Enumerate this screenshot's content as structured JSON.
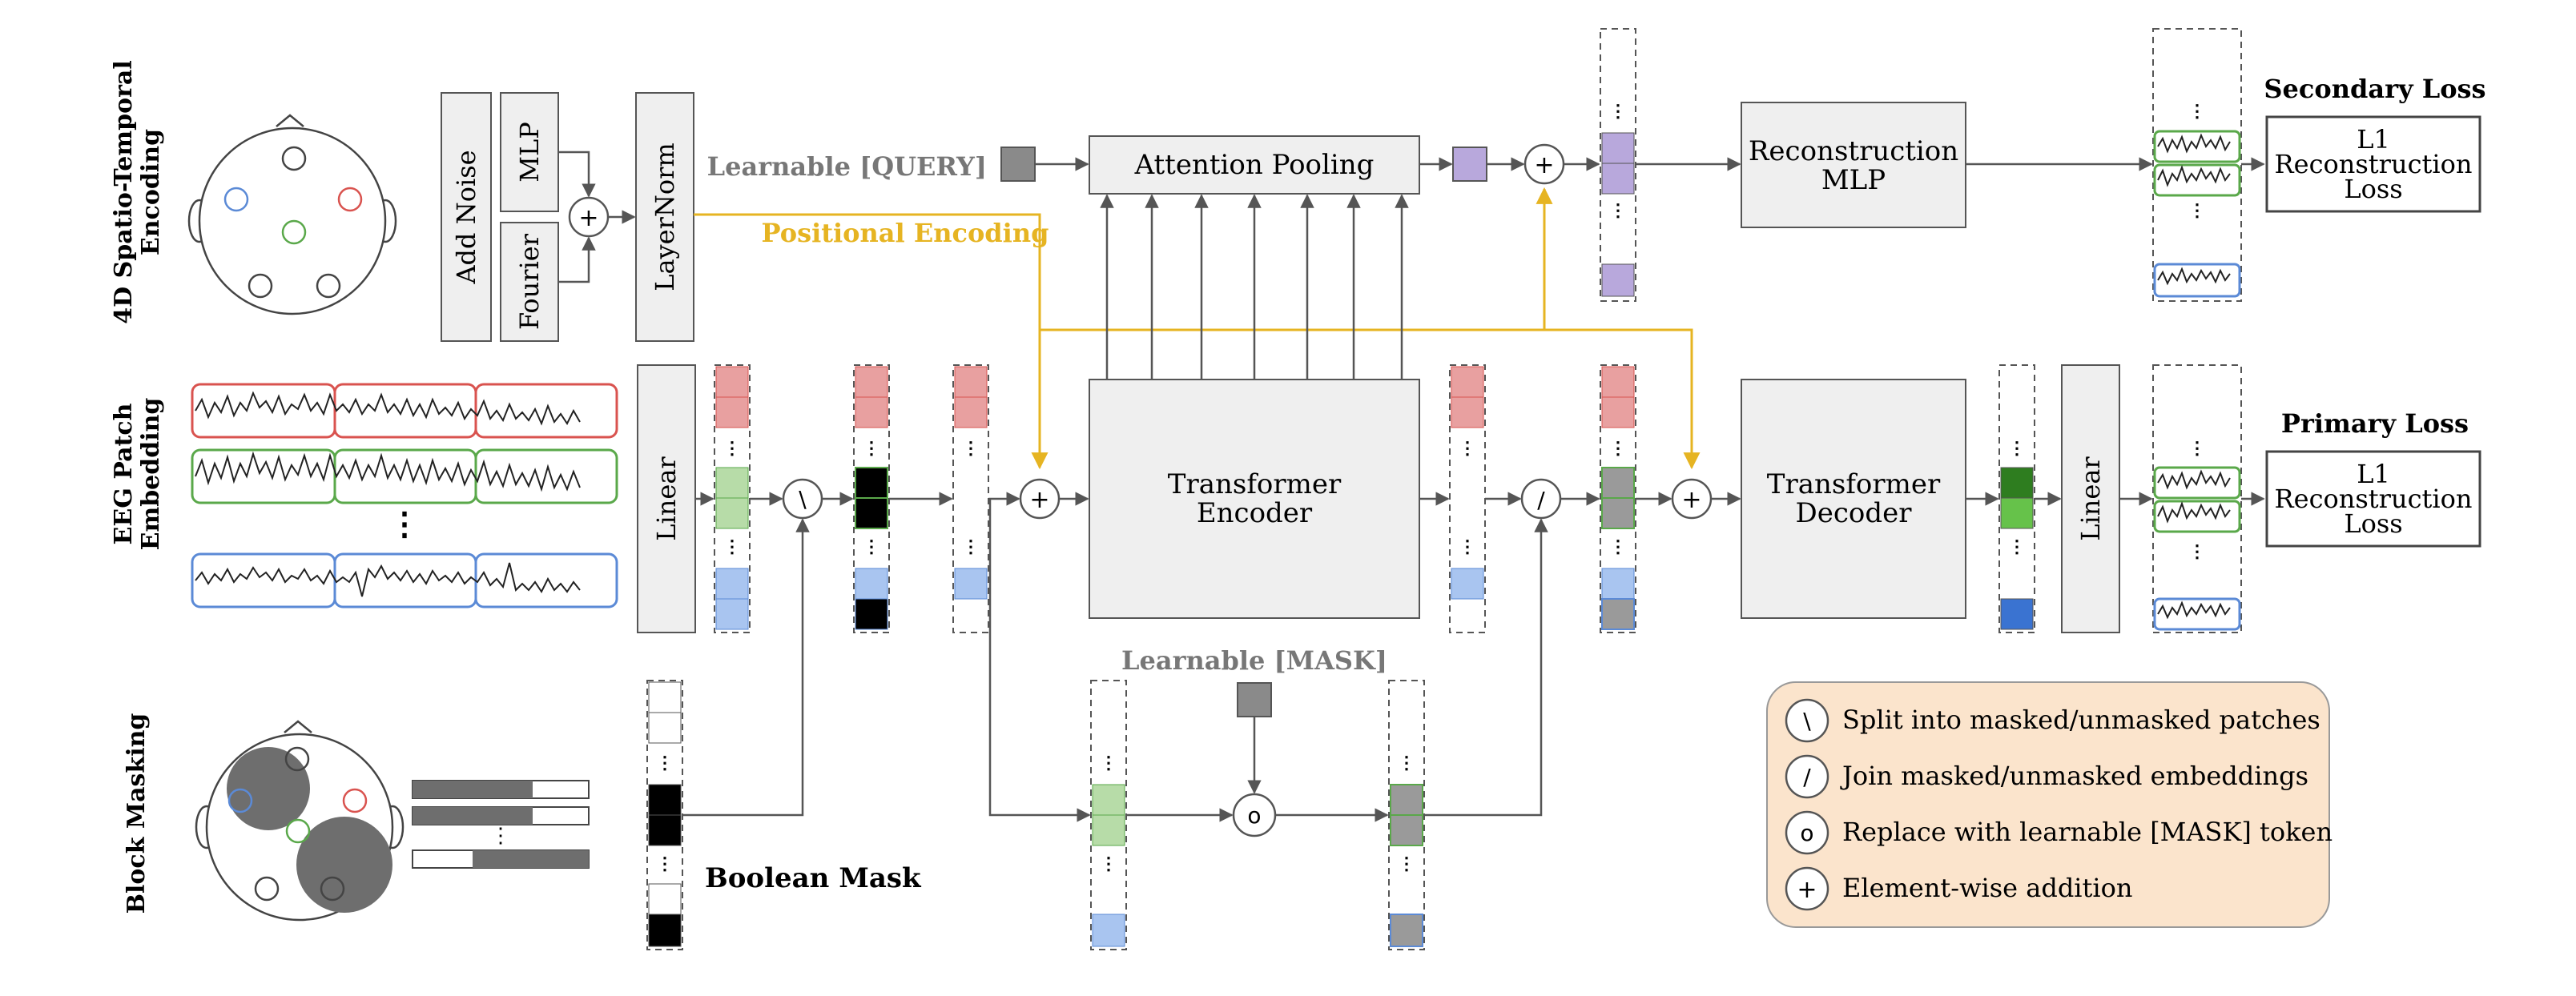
{
  "row_labels": {
    "spatio_temporal": [
      "4D Spatio-Temporal",
      "Encoding"
    ],
    "eeg_patch": [
      "EEG Patch",
      "Embedding"
    ],
    "block_masking": "Block Masking"
  },
  "blocks": {
    "add_noise": "Add Noise",
    "mlp": "MLP",
    "fourier": "Fourier",
    "layernorm": "LayerNorm",
    "linear_in": "Linear",
    "attention_pooling": "Attention Pooling",
    "transformer_encoder": [
      "Transformer",
      "Encoder"
    ],
    "transformer_decoder": [
      "Transformer",
      "Decoder"
    ],
    "reconstruction_mlp": [
      "Reconstruction",
      "MLP"
    ],
    "linear_out": "Linear"
  },
  "labels": {
    "learnable_query": "Learnable [QUERY]",
    "positional_encoding": "Positional Encoding",
    "learnable_mask": "Learnable [MASK]",
    "boolean_mask": "Boolean Mask",
    "ellipsis": "⋮"
  },
  "losses": {
    "secondary": {
      "title": "Secondary Loss",
      "text": [
        "L1",
        "Reconstruction",
        "Loss"
      ]
    },
    "primary": {
      "title": "Primary Loss",
      "text": [
        "L1",
        "Reconstruction",
        "Loss"
      ]
    }
  },
  "operators": {
    "split": "\\",
    "join": "/",
    "replace": "o",
    "add": "+"
  },
  "legend": [
    {
      "symbol": "\\",
      "text": "Split into masked/unmasked patches"
    },
    {
      "symbol": "/",
      "text": "Join masked/unmasked embeddings"
    },
    {
      "symbol": "o",
      "text": "Replace with learnable [MASK] token"
    },
    {
      "symbol": "+",
      "text": "Element-wise addition"
    }
  ],
  "colors": {
    "red_fill": "#e8a0a0",
    "red_stroke": "#d9534f",
    "green_fill": "#b7dca8",
    "green_stroke": "#5aa84a",
    "blue_fill": "#a9c5f0",
    "blue_stroke": "#5b8ad6",
    "purple_fill": "#b8a8dc",
    "gray_fill": "#9a9a9a",
    "dark_green": "#2e7d1f",
    "bright_green": "#66c24a",
    "bright_blue": "#3a73d1",
    "yellow": "#e6b422",
    "block_fill": "#efefef",
    "legend_fill": "#fbe4cc"
  }
}
